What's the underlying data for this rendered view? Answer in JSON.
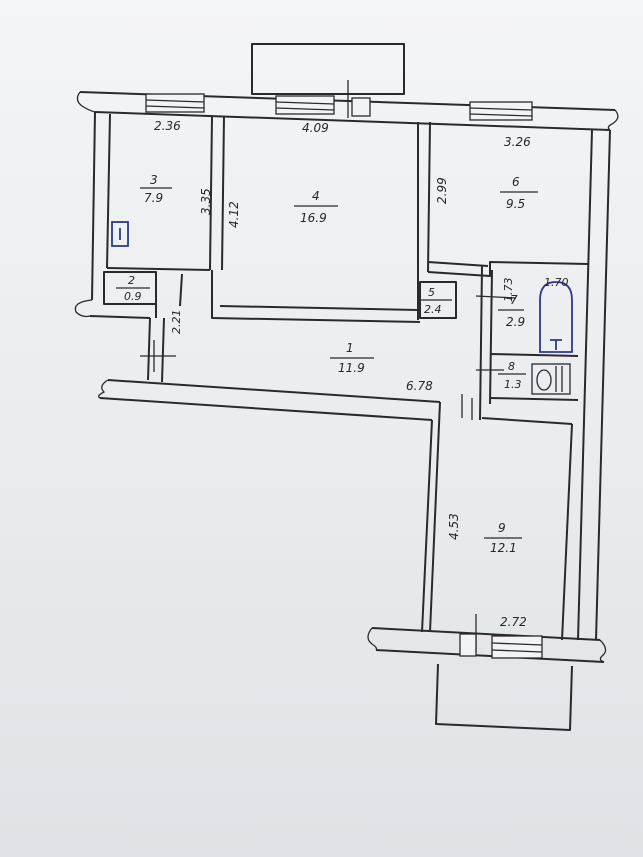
{
  "rooms": [
    {
      "id": "1",
      "area": "11.9"
    },
    {
      "id": "2",
      "area": "0.9"
    },
    {
      "id": "3",
      "area": "7.9"
    },
    {
      "id": "4",
      "area": "16.9"
    },
    {
      "id": "5",
      "area": "2.4"
    },
    {
      "id": "6",
      "area": "9.5"
    },
    {
      "id": "7",
      "area": "2.9"
    },
    {
      "id": "8",
      "area": "1.3"
    },
    {
      "id": "9",
      "area": "12.1"
    }
  ],
  "dimensions": {
    "room3_width": "2.36",
    "room3_depth": "3.35",
    "room4_width": "4.09",
    "room4_left": "4.12",
    "room4_right": "2.99",
    "room6_width": "3.26",
    "room7_a": "1.73",
    "room7_b": "1.70",
    "hall_short": "2.21",
    "hall_length": "6.78",
    "room9_depth": "4.53",
    "room9_width": "2.72"
  }
}
